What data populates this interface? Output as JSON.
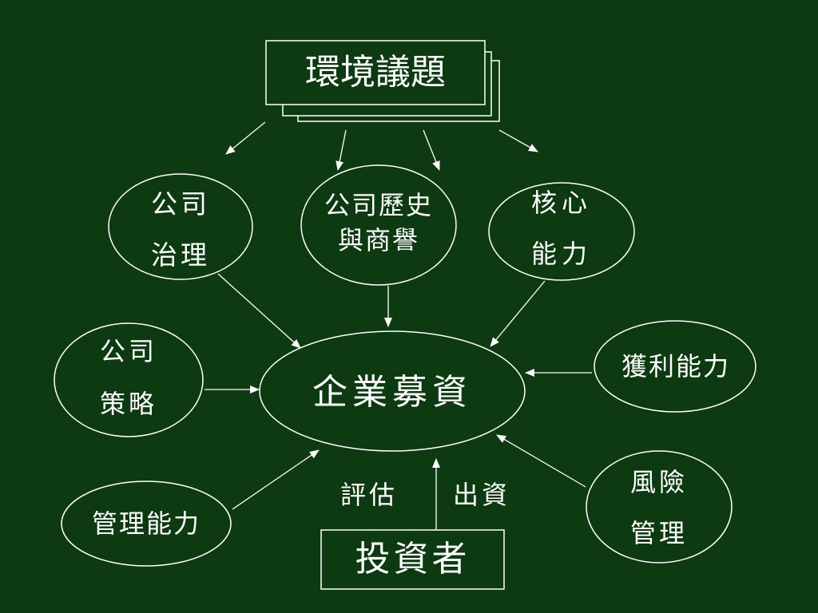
{
  "colors": {
    "background": "#0e3a12",
    "stroke": "#ffffff",
    "text": "#ffffff"
  },
  "title_box": {
    "label": "環境議題"
  },
  "nodes": {
    "corp_governance": {
      "line1": "公司",
      "line2": "治理"
    },
    "history_reputation": {
      "line1": "公司歷史",
      "line2": "與商譽"
    },
    "core_competence": {
      "line1": "核心",
      "line2": "能力"
    },
    "corp_strategy": {
      "line1": "公司",
      "line2": "策略"
    },
    "center": {
      "label": "企業募資"
    },
    "profitability": {
      "label": "獲利能力"
    },
    "management_ability": {
      "label": "管理能力"
    },
    "risk_management": {
      "line1": "風險",
      "line2": "管理"
    },
    "investor": {
      "label": "投資者"
    }
  },
  "edge_labels": {
    "evaluate": "評估",
    "invest": "出資"
  }
}
